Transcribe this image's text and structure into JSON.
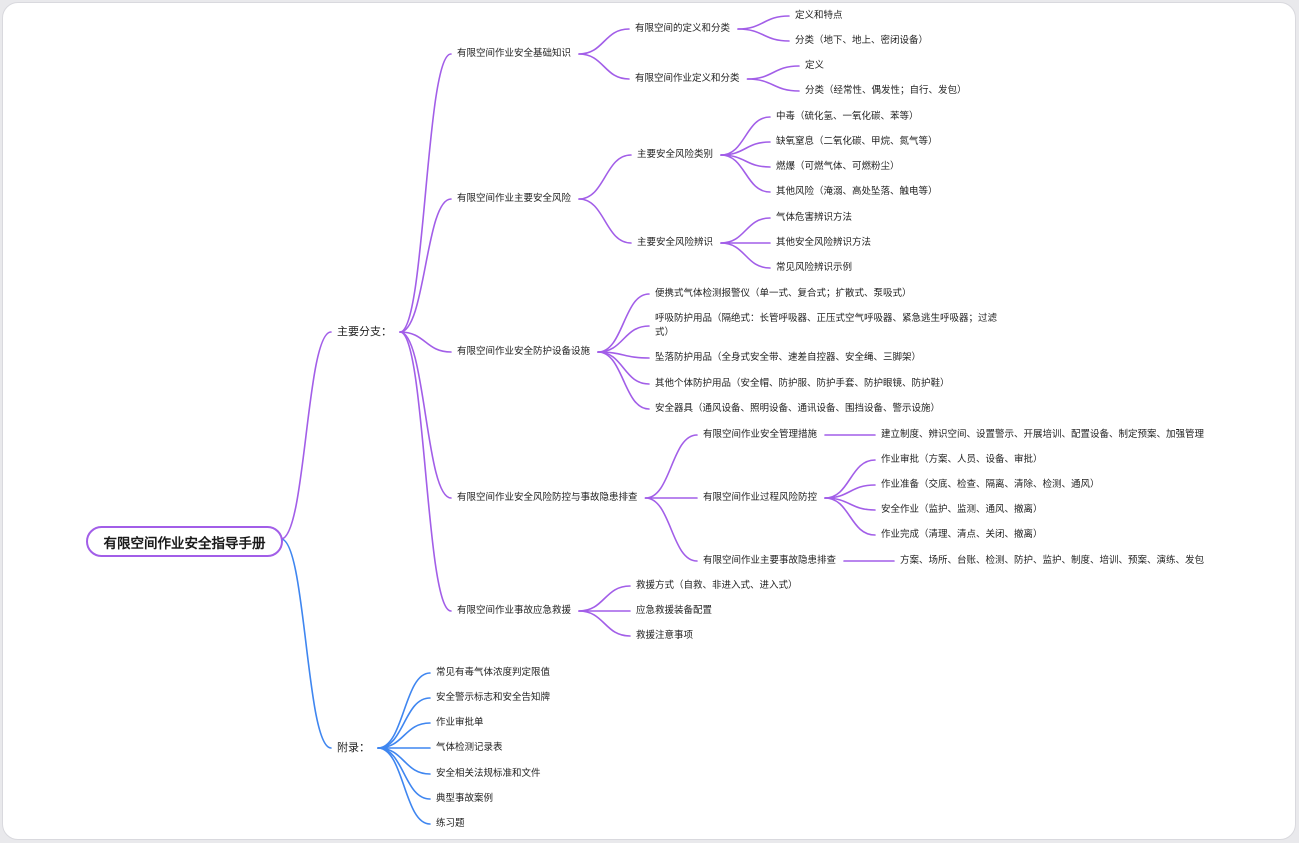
{
  "root": "有限空间作业安全指导手册",
  "colors": {
    "purple": "#a25ee8",
    "blue": "#3f86f0",
    "text": "#1f1f1f"
  },
  "nodes": [
    {
      "id": "main",
      "label": "主要分支：",
      "parent": "root",
      "color": "purple",
      "level": 1
    },
    {
      "id": "b1",
      "label": "有限空间作业安全基础知识",
      "parent": "main",
      "color": "purple"
    },
    {
      "id": "b1a",
      "label": "有限空间的定义和分类",
      "parent": "b1",
      "color": "purple"
    },
    {
      "id": "b1a1",
      "label": "定义和特点",
      "parent": "b1a",
      "color": "purple"
    },
    {
      "id": "b1a2",
      "label": "分类（地下、地上、密闭设备）",
      "parent": "b1a",
      "color": "purple"
    },
    {
      "id": "b1b",
      "label": "有限空间作业定义和分类",
      "parent": "b1",
      "color": "purple"
    },
    {
      "id": "b1b1",
      "label": "定义",
      "parent": "b1b",
      "color": "purple"
    },
    {
      "id": "b1b2",
      "label": "分类（经常性、偶发性；自行、发包）",
      "parent": "b1b",
      "color": "purple"
    },
    {
      "id": "b2",
      "label": "有限空间作业主要安全风险",
      "parent": "main",
      "color": "purple"
    },
    {
      "id": "b2a",
      "label": "主要安全风险类别",
      "parent": "b2",
      "color": "purple"
    },
    {
      "id": "b2a1",
      "label": "中毒（硫化氢、一氧化碳、苯等）",
      "parent": "b2a",
      "color": "purple"
    },
    {
      "id": "b2a2",
      "label": "缺氧窒息（二氧化碳、甲烷、氮气等）",
      "parent": "b2a",
      "color": "purple"
    },
    {
      "id": "b2a3",
      "label": "燃爆（可燃气体、可燃粉尘）",
      "parent": "b2a",
      "color": "purple"
    },
    {
      "id": "b2a4",
      "label": "其他风险（淹溺、高处坠落、触电等）",
      "parent": "b2a",
      "color": "purple"
    },
    {
      "id": "b2b",
      "label": "主要安全风险辨识",
      "parent": "b2",
      "color": "purple"
    },
    {
      "id": "b2b1",
      "label": "气体危害辨识方法",
      "parent": "b2b",
      "color": "purple"
    },
    {
      "id": "b2b2",
      "label": "其他安全风险辨识方法",
      "parent": "b2b",
      "color": "purple"
    },
    {
      "id": "b2b3",
      "label": "常见风险辨识示例",
      "parent": "b2b",
      "color": "purple"
    },
    {
      "id": "b3",
      "label": "有限空间作业安全防护设备设施",
      "parent": "main",
      "color": "purple"
    },
    {
      "id": "b3a",
      "label": "便携式气体检测报警仪（单一式、复合式；扩散式、泵吸式）",
      "parent": "b3",
      "color": "purple"
    },
    {
      "id": "b3b",
      "label": "呼吸防护用品（隔绝式：长管呼吸器、正压式空气呼吸器、紧急逃生呼吸器；过滤式）",
      "parent": "b3",
      "color": "purple",
      "wrap": true
    },
    {
      "id": "b3c",
      "label": "坠落防护用品（全身式安全带、速差自控器、安全绳、三脚架）",
      "parent": "b3",
      "color": "purple"
    },
    {
      "id": "b3d",
      "label": "其他个体防护用品（安全帽、防护服、防护手套、防护眼镜、防护鞋）",
      "parent": "b3",
      "color": "purple"
    },
    {
      "id": "b3e",
      "label": "安全器具（通风设备、照明设备、通讯设备、围挡设备、警示设施）",
      "parent": "b3",
      "color": "purple"
    },
    {
      "id": "b4",
      "label": "有限空间作业安全风险防控与事故隐患排查",
      "parent": "main",
      "color": "purple"
    },
    {
      "id": "b4a",
      "label": "有限空间作业安全管理措施",
      "parent": "b4",
      "color": "purple"
    },
    {
      "id": "b4a1",
      "label": "建立制度、辨识空间、设置警示、开展培训、配置设备、制定预案、加强管理",
      "parent": "b4a",
      "color": "purple"
    },
    {
      "id": "b4b",
      "label": "有限空间作业过程风险防控",
      "parent": "b4",
      "color": "purple"
    },
    {
      "id": "b4b1",
      "label": "作业审批（方案、人员、设备、审批）",
      "parent": "b4b",
      "color": "purple"
    },
    {
      "id": "b4b2",
      "label": "作业准备（交底、检查、隔离、清除、检测、通风）",
      "parent": "b4b",
      "color": "purple"
    },
    {
      "id": "b4b3",
      "label": "安全作业（监护、监测、通风、撤离）",
      "parent": "b4b",
      "color": "purple"
    },
    {
      "id": "b4b4",
      "label": "作业完成（清理、清点、关闭、撤离）",
      "parent": "b4b",
      "color": "purple"
    },
    {
      "id": "b4c",
      "label": "有限空间作业主要事故隐患排查",
      "parent": "b4",
      "color": "purple"
    },
    {
      "id": "b4c1",
      "label": "方案、场所、台账、检测、防护、监护、制度、培训、预案、演练、发包",
      "parent": "b4c",
      "color": "purple"
    },
    {
      "id": "b5",
      "label": "有限空间作业事故应急救援",
      "parent": "main",
      "color": "purple"
    },
    {
      "id": "b5a",
      "label": "救援方式（自救、非进入式、进入式）",
      "parent": "b5",
      "color": "purple"
    },
    {
      "id": "b5b",
      "label": "应急救援装备配置",
      "parent": "b5",
      "color": "purple"
    },
    {
      "id": "b5c",
      "label": "救援注意事项",
      "parent": "b5",
      "color": "purple"
    },
    {
      "id": "app",
      "label": "附录：",
      "parent": "root",
      "color": "blue",
      "level": 1
    },
    {
      "id": "a1",
      "label": "常见有毒气体浓度判定限值",
      "parent": "app",
      "color": "blue"
    },
    {
      "id": "a2",
      "label": "安全警示标志和安全告知牌",
      "parent": "app",
      "color": "blue"
    },
    {
      "id": "a3",
      "label": "作业审批单",
      "parent": "app",
      "color": "blue"
    },
    {
      "id": "a4",
      "label": "气体检测记录表",
      "parent": "app",
      "color": "blue"
    },
    {
      "id": "a5",
      "label": "安全相关法规标准和文件",
      "parent": "app",
      "color": "blue"
    },
    {
      "id": "a6",
      "label": "典型事故案例",
      "parent": "app",
      "color": "blue"
    },
    {
      "id": "a7",
      "label": "练习题",
      "parent": "app",
      "color": "blue"
    }
  ]
}
